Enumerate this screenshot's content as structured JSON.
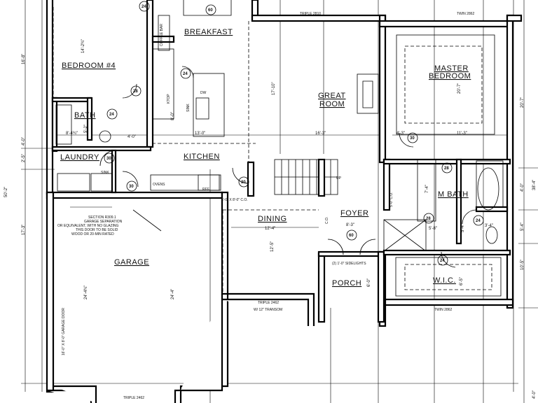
{
  "rooms": {
    "bedroom4": "BEDROOM #4",
    "breakfast": "BREAKFAST",
    "great_room_1": "GREAT",
    "great_room_2": "ROOM",
    "master_bedroom_1": "MASTER",
    "master_bedroom_2": "BEDROOM",
    "bath": "BATH",
    "laundry": "LAUNDRY",
    "kitchen": "KITCHEN",
    "dining": "DINING",
    "foyer": "FOYER",
    "m_bath": "M BATH",
    "garage": "GARAGE",
    "porch": "PORCH",
    "wic": "W.I.C."
  },
  "dimensions": {
    "bedroom4_w": "14'-2¾\"",
    "bedroom4_d": "14'-2¾\"",
    "bath_w": "8'-4¾\"",
    "bath_d": "5'-2\"",
    "hall_w": "4'-0\"",
    "kitchen_d": "13'-0\"",
    "kitchen_w": "8'-0\"",
    "great_w": "16'-3\"",
    "great_d": "17'-10\"",
    "master_w": "11'-3\"",
    "master_d": "20'-7\"",
    "closet": "4'-3\"",
    "dining_w": "12'-4\"",
    "dining_d": "12'-5\"",
    "foyer_w": "8'-3\"",
    "mbath_a": "7'-4\"",
    "mbath_b": "5'-4\"",
    "mbath_c": "5'-8\"",
    "mbath_d": "3'-4\"",
    "wic_w": "6'-5\"",
    "garage_w": "24'-4¾\"",
    "garage_d": "24'-4\"",
    "porch_d": "6'-0\"",
    "left_a": "16'-8\"",
    "left_b": "4'-0\"",
    "left_c": "2'-5\"",
    "left_d": "17'-3\"",
    "left_overall": "50'-2\"",
    "right_a": "20'-7\"",
    "right_b": "4'-0\"",
    "right_c": "5'-4\"",
    "right_d": "10'-5\"",
    "right_overall": "38'-4\"",
    "bottom_right": "4'-0\""
  },
  "tags": {
    "d1": "24",
    "d2": "60",
    "d3": "28",
    "d4": "24",
    "d5": "24",
    "d6": "30",
    "d7": "30",
    "d8": "30",
    "d9": "60",
    "d10": "28",
    "d11": "30",
    "d12": "24",
    "d13": "24",
    "d14": "28"
  },
  "labels": {
    "coffee_bar": "COFFEE BAR",
    "sink": "SINK",
    "dw": "DW",
    "ktop": "KTOP",
    "ovens": "OVENS",
    "ref": "REF.",
    "laundry_sink": "SINK",
    "up": "UP",
    "co_kitchen": "5'-0\" X 8'-0\" C.O.",
    "co_foyer": "C.O.",
    "co_mbath": "5'-0\" C.O.",
    "sidelights": "(2) 1'-0\" SIDELIGHTS",
    "garage_door": "16'-0\" X 8'-0\" GARAGE DOOR",
    "transom": "W/ 12\" TRANSOM"
  },
  "windows": {
    "top_triple": "TRIPLE 2810",
    "top_twin": "TWIN 2862",
    "wic_twin": "TWIN 2862",
    "dining_triple": "TRIPLE 2462",
    "garage_triple": "TRIPLE 2462"
  },
  "notes": {
    "garage_1": "SECTION R309.1",
    "garage_2": "GARAGE SEPARATION",
    "garage_3": "OR EQUIVALENT, WITH NO GLAZING",
    "garage_4": "THIS DOOR TO BE SOLID",
    "garage_5": "WOOD OR 20-MIN RATED"
  }
}
